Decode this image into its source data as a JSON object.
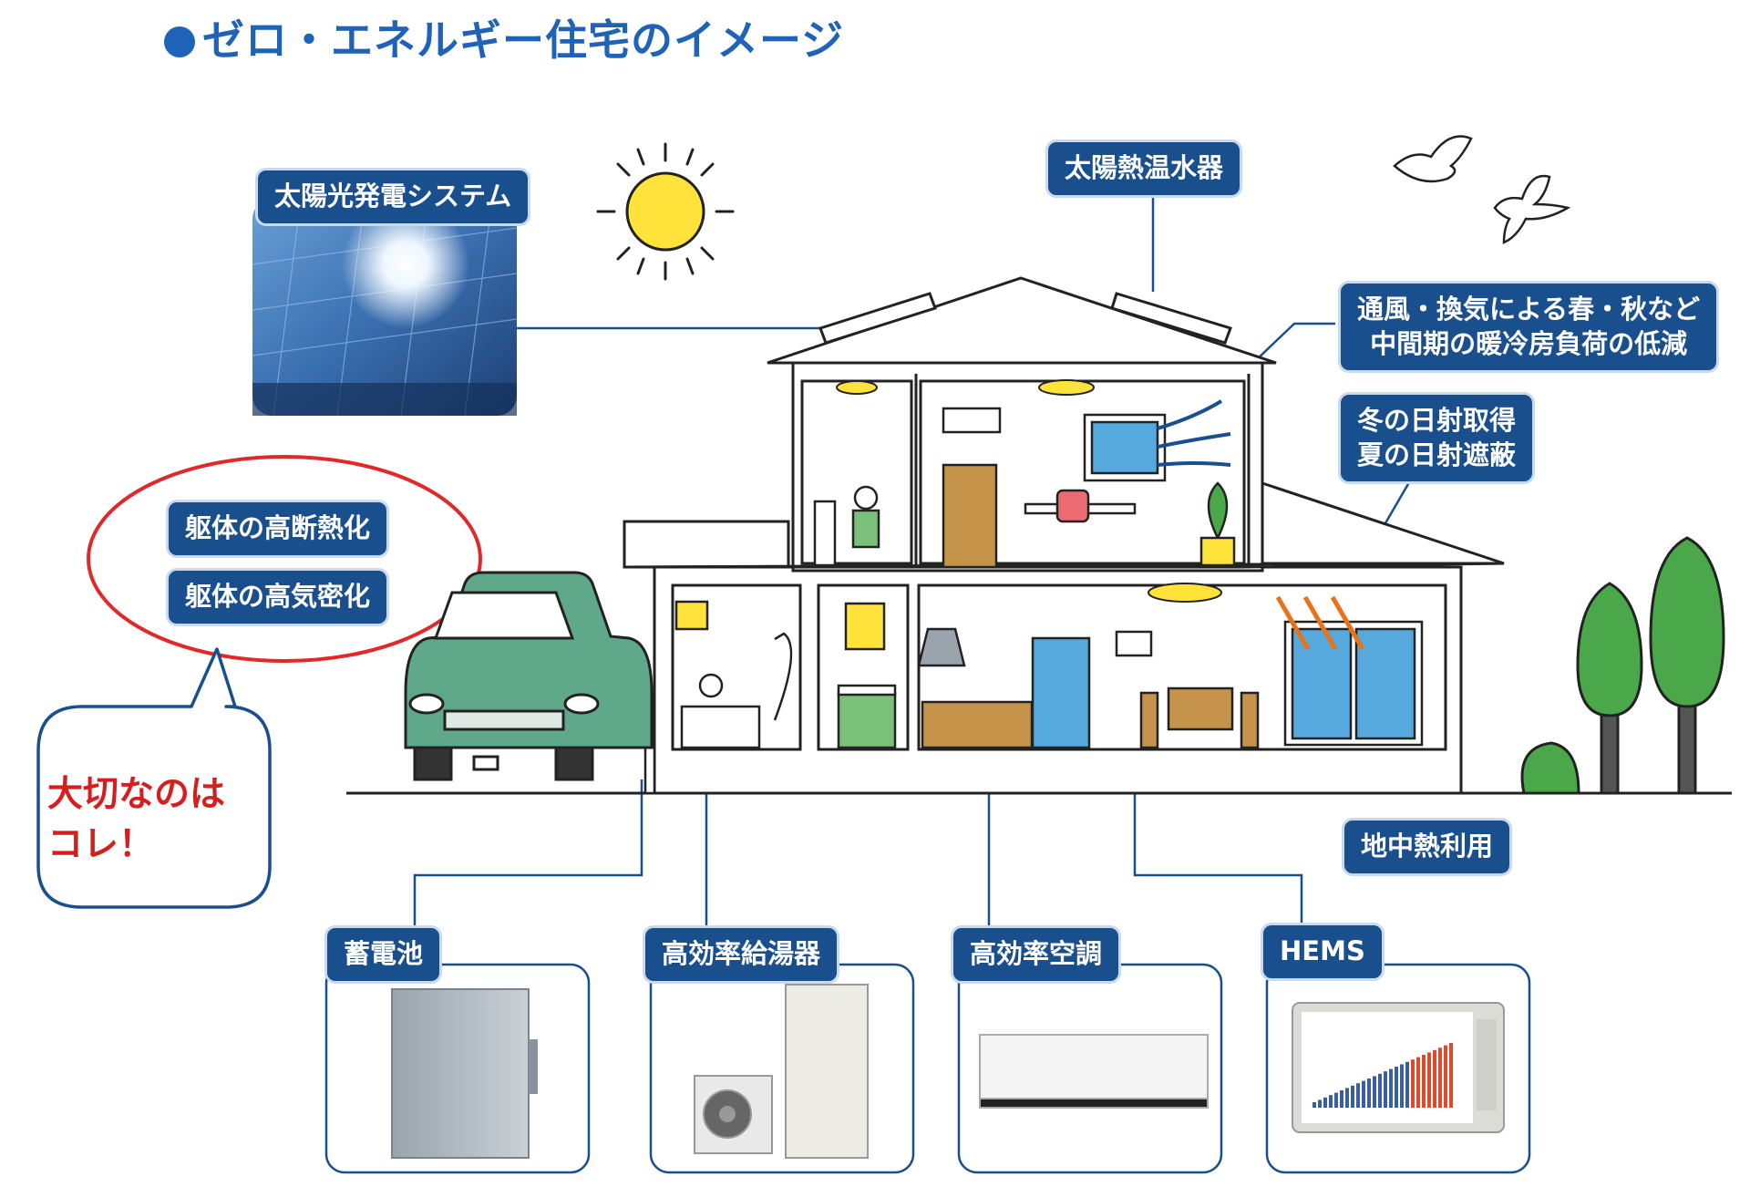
{
  "title": "ゼロ・エネルギー住宅のイメージ",
  "labels": {
    "solar_power": "太陽光発電システム",
    "solar_water": "太陽熱温水器",
    "ventilation_line1": "通風・換気による春・秋など",
    "ventilation_line2": "中間期の暖冷房負荷の低減",
    "solar_gain_line1": "冬の日射取得",
    "solar_gain_line2": "夏の日射遮蔽",
    "insulation": "躯体の高断熱化",
    "airtight": "躯体の高気密化",
    "geothermal": "地中熱利用",
    "battery": "蓄電池",
    "water_heater": "高効率給湯器",
    "aircon": "高効率空調",
    "hems": "HEMS"
  },
  "callout": {
    "line1": "大切なのは",
    "line2": "コレ！"
  },
  "colors": {
    "label_bg": "#1a4f8e",
    "title": "#1f63b8",
    "callout_text": "#d61e1e",
    "ellipse": "#e02a2a",
    "speech_border": "#1a4f8e",
    "sun": "#ffe23a",
    "tree": "#4aa84a",
    "car": "#5fa88a"
  }
}
